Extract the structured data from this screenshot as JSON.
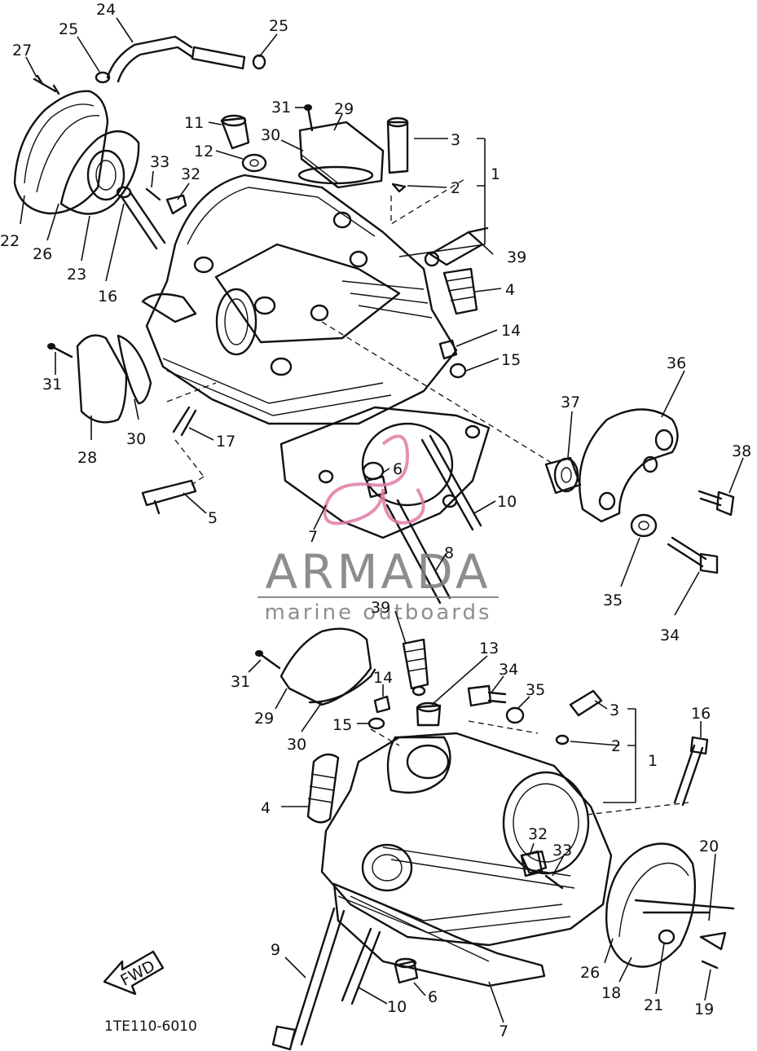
{
  "diagram_code": "1TE110-6010",
  "fwd_label": "FWD",
  "watermark": {
    "brand": "ARMADA",
    "tagline": "marine outboards"
  },
  "callouts": [
    {
      "id": "c24a",
      "text": "24"
    },
    {
      "id": "c25a",
      "text": "25"
    },
    {
      "id": "c25b",
      "text": "25"
    },
    {
      "id": "c27",
      "text": "27"
    },
    {
      "id": "c31a",
      "text": "31"
    },
    {
      "id": "c29a",
      "text": "29"
    },
    {
      "id": "c3a",
      "text": "3"
    },
    {
      "id": "c1a",
      "text": "1"
    },
    {
      "id": "c11",
      "text": "11"
    },
    {
      "id": "c30a",
      "text": "30"
    },
    {
      "id": "c12",
      "text": "12"
    },
    {
      "id": "c2a",
      "text": "2"
    },
    {
      "id": "c33a",
      "text": "33"
    },
    {
      "id": "c32a",
      "text": "32"
    },
    {
      "id": "c39a",
      "text": "39"
    },
    {
      "id": "c22",
      "text": "22"
    },
    {
      "id": "c26a",
      "text": "26"
    },
    {
      "id": "c23",
      "text": "23"
    },
    {
      "id": "c16a",
      "text": "16"
    },
    {
      "id": "c4a",
      "text": "4"
    },
    {
      "id": "c14a",
      "text": "14"
    },
    {
      "id": "c15a",
      "text": "15"
    },
    {
      "id": "c36",
      "text": "36"
    },
    {
      "id": "c31b",
      "text": "31"
    },
    {
      "id": "c30b",
      "text": "30"
    },
    {
      "id": "c37",
      "text": "37"
    },
    {
      "id": "c38",
      "text": "38"
    },
    {
      "id": "c28",
      "text": "28"
    },
    {
      "id": "c17",
      "text": "17"
    },
    {
      "id": "c6a",
      "text": "6"
    },
    {
      "id": "c10a",
      "text": "10"
    },
    {
      "id": "c5",
      "text": "5"
    },
    {
      "id": "c7a",
      "text": "7"
    },
    {
      "id": "c8",
      "text": "8"
    },
    {
      "id": "c35a",
      "text": "35"
    },
    {
      "id": "c34a",
      "text": "34"
    },
    {
      "id": "c39b",
      "text": "39"
    },
    {
      "id": "c13",
      "text": "13"
    },
    {
      "id": "c34b",
      "text": "34"
    },
    {
      "id": "c14b",
      "text": "14"
    },
    {
      "id": "c35b",
      "text": "35"
    },
    {
      "id": "c3b",
      "text": "3"
    },
    {
      "id": "c16b",
      "text": "16"
    },
    {
      "id": "c31c",
      "text": "31"
    },
    {
      "id": "c29b",
      "text": "29"
    },
    {
      "id": "c30c",
      "text": "30"
    },
    {
      "id": "c15b",
      "text": "15"
    },
    {
      "id": "c2b",
      "text": "2"
    },
    {
      "id": "c1b",
      "text": "1"
    },
    {
      "id": "c4b",
      "text": "4"
    },
    {
      "id": "c32b",
      "text": "32"
    },
    {
      "id": "c33b",
      "text": "33"
    },
    {
      "id": "c20",
      "text": "20"
    },
    {
      "id": "c9",
      "text": "9"
    },
    {
      "id": "c26b",
      "text": "26"
    },
    {
      "id": "c18",
      "text": "18"
    },
    {
      "id": "c21",
      "text": "21"
    },
    {
      "id": "c19",
      "text": "19"
    },
    {
      "id": "c10b",
      "text": "10"
    },
    {
      "id": "c6b",
      "text": "6"
    },
    {
      "id": "c7b",
      "text": "7"
    }
  ]
}
